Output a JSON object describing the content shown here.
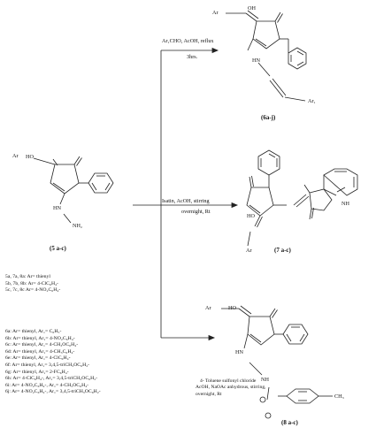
{
  "scheme": {
    "start": {
      "label": "(5 a-c)",
      "ar": "Ar",
      "ho": "HO",
      "hn": "HN",
      "nh2": "NH₂"
    },
    "reactions": [
      {
        "id": "r1",
        "conditions_line1": "Ar₁CHO, AcOH, reflux",
        "conditions_line2": "3hrs.",
        "product_label": "(6a-j)",
        "ar": "Ar",
        "oh": "OH",
        "hn": "HN",
        "ar1": "Ar₁"
      },
      {
        "id": "r2",
        "conditions_line1": "Isatin, AcOH, stirring",
        "conditions_line2": "overnight, Rt",
        "product_label": "(7 a-c)",
        "ar": "Ar",
        "ho": "HO",
        "nh": "NH"
      },
      {
        "id": "r3",
        "conditions_line1": "4- Toluene sulfonyl chloride",
        "conditions_line2": "AcOH, NaOAc anhydrous, stirring,",
        "conditions_line3": "overnight, Rt",
        "product_label": "(8 a-c)",
        "ar": "Ar",
        "ho": "HO",
        "hn": "HN",
        "nh": "NH",
        "ch3": "CH₃"
      }
    ]
  },
  "ar_legend": [
    "5a, 7a, 8a: Ar= thienyl",
    "5b, 7b, 8b: Ar= 4-ClC₆H₄-",
    "5c, 7c, 8c Ar= 4-NO₂C₆H₄-"
  ],
  "ar1_legend": [
    "6a: Ar= thienyl, Ar₁= C₆H₅-",
    "6b: Ar= thienyl, Ar₁= 4-NO₂C₆H₄-",
    "6c: Ar= thienyl, Ar₁= 4-CH₃OC₆H₄-",
    "6d: Ar= thienyl, Ar₁= 4-CH₃C₆H₄-",
    "6e: Ar= thienyl, Ar₁= 4-ClC₆H₄-",
    "6f: Ar= thienyl, Ar₁= 3,4,5-triCH₃OC₆H₂-",
    "6g: Ar= thienyl, Ar₁= 2-FC₆H₄-",
    "6h: Ar= 4-ClC₆H₄-, Ar₁= 3,4,5-triCH₃OC₆H₂-",
    "6i: Ar= 4-NO₂C₆H₄-, Ar₁= 4-CH₃OC₆H₄-",
    "6j: Ar= 4-NO₂C₆H₄-, Ar₁= 3,4,5-triCH₃OC₆H₂-"
  ]
}
